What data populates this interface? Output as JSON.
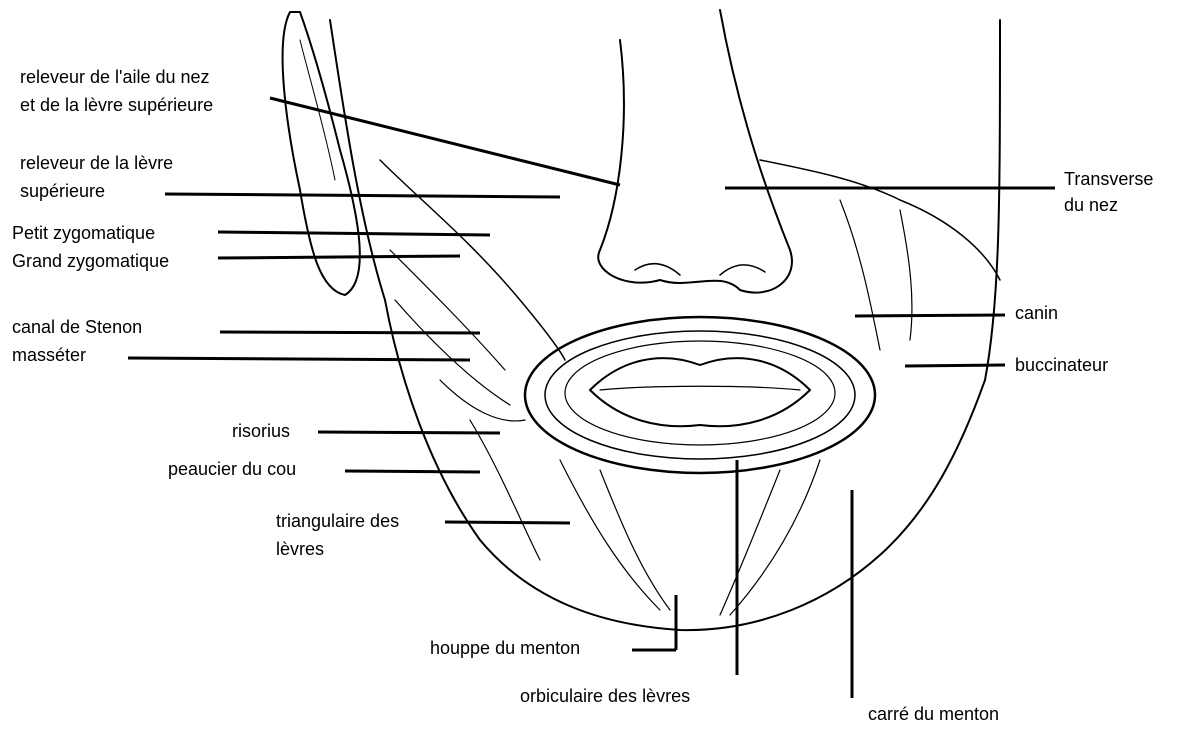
{
  "labels": {
    "releveur_aile_nez_1": "releveur de l'aile du nez",
    "releveur_aile_nez_2": "et de la lèvre supérieure",
    "releveur_levre_sup_1": "releveur de la lèvre",
    "releveur_levre_sup_2": "supérieure",
    "petit_zygomatique": "Petit zygomatique",
    "grand_zygomatique": "Grand zygomatique",
    "canal_stenon": "canal de Stenon",
    "masseter": "masséter",
    "risorius": "risorius",
    "peaucier_cou": "peaucier du cou",
    "triangulaire_1": "triangulaire des",
    "triangulaire_2": "lèvres",
    "transverse_nez_1": "Transverse",
    "transverse_nez_2": "du nez",
    "canin": "canin",
    "buccinateur": "buccinateur",
    "houppe_menton": "houppe du menton",
    "orbiculaire_levres": "orbiculaire des lèvres",
    "carre_menton": "carré du menton"
  },
  "colors": {
    "ink": "#000000",
    "background": "#ffffff"
  }
}
